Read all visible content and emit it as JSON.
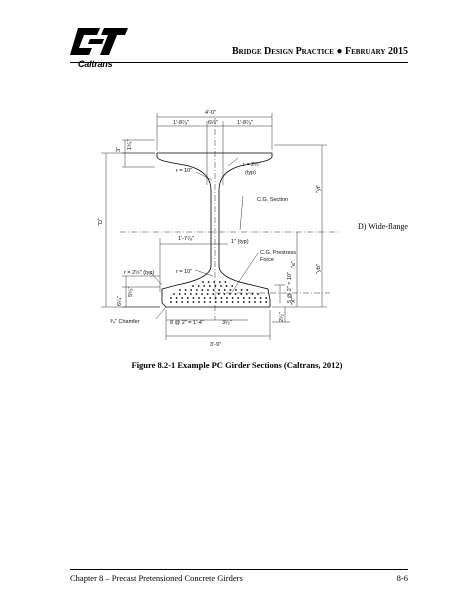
{
  "header": {
    "logo_text": "Caltrans",
    "title_part1": "Bridge Design Practice",
    "bullet": "●",
    "title_part2": "February 2015"
  },
  "figure": {
    "caption": "Figure 8.2-1 Example PC Girder Sections (Caltrans, 2012)",
    "section_label": "D) Wide-flange",
    "labels": {
      "overall_width": "4'-0\"",
      "flange_left": "1'-8⁷⁄₈\"",
      "web_top": "6¹⁄₄\"",
      "flange_right": "1'-8⁷⁄₈\"",
      "top_dim_a": "3\"",
      "top_dim_b": "1⁵⁄₈\"",
      "r_top_typ": "r = 2½\"",
      "typ": "(typ)",
      "r_ten_top": "r = 10\"",
      "cg_section": "C.G. Section",
      "depth": "\"D\"",
      "yt": "\"yt\"",
      "yb": "\"yb\"",
      "web_offset": "1'-7⁷⁄₈\"",
      "web_thickness": "1\" (typ)",
      "cg_prestress_1": "C.G. Prestress",
      "cg_prestress_2": "Force",
      "r_ten_bottom": "r = 10\"",
      "r_bottom_typ": "r = 2½\" (typ)",
      "left_dim_a": "6¹⁄₄\"",
      "left_dim_b": "5⁵⁄₈\"",
      "e": "\"e\"",
      "x": "\"X\"",
      "spacing_right": "5 @ 2\" = 10\"",
      "bottom_right": "2¹⁄₂\"",
      "chamfer": "³⁄₄\" Chamfer",
      "strand_spacing": "8 @ 2\" = 1'-4\"",
      "half_offset": "3¹⁄₂\"",
      "bottom_width": "3'-9\""
    }
  },
  "footer": {
    "chapter": "Chapter 8 – Precast Pretensioned Concrete Girders",
    "page": "8-6"
  }
}
